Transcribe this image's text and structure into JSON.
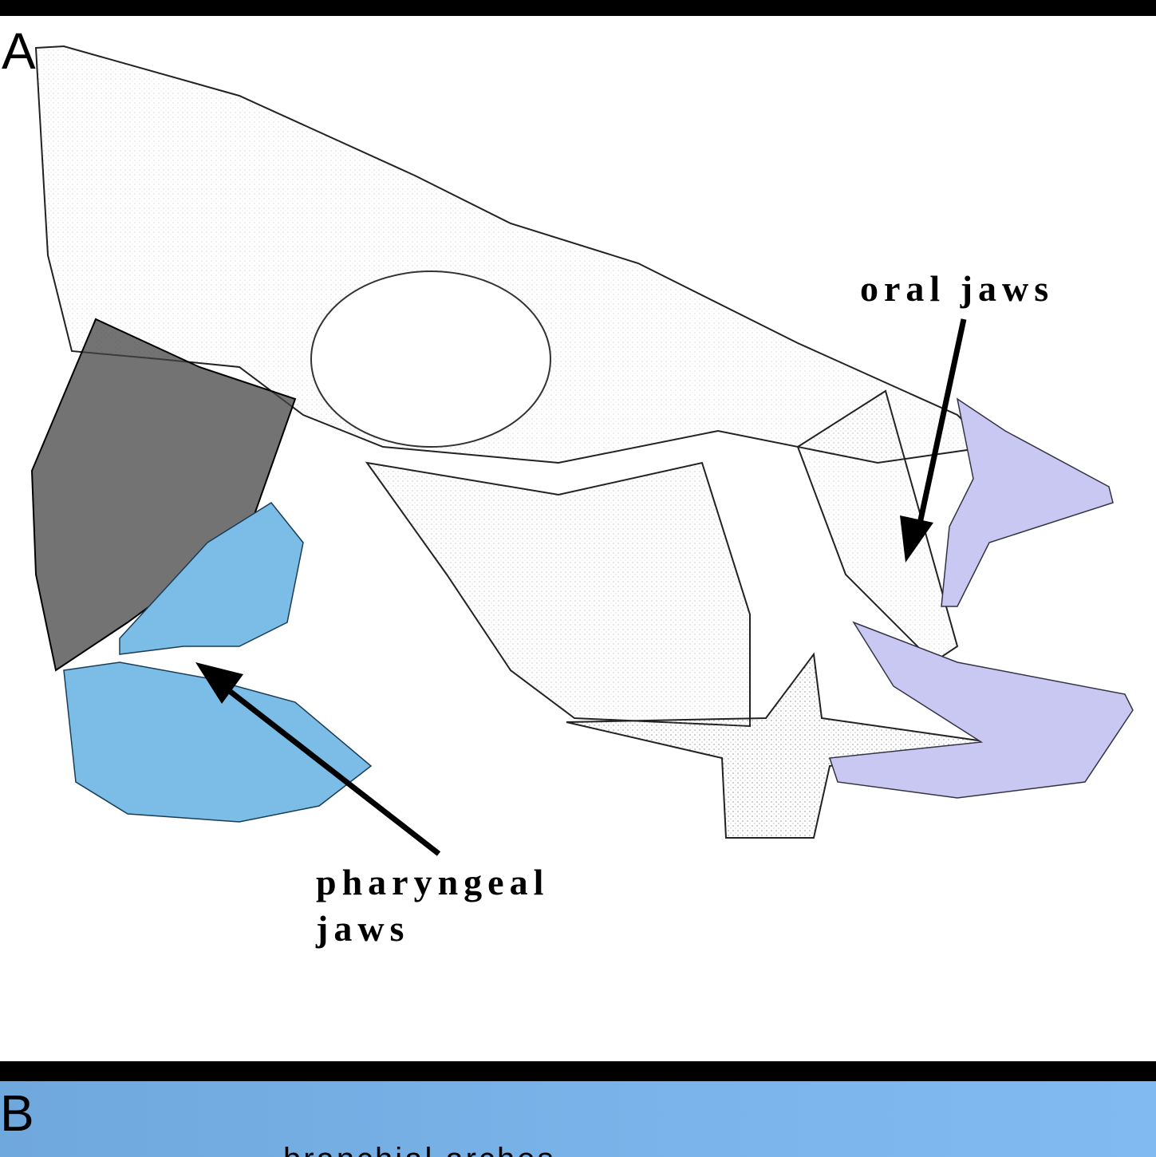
{
  "panel_a": {
    "letter": "A",
    "labels": {
      "oral_jaws": "oral jaws",
      "pharyngeal_jaws_line1": "pharyngeal",
      "pharyngeal_jaws_line2": "jaws"
    },
    "colors": {
      "pharyngeal": "#7cbde8",
      "oral": "#c9c8f2"
    }
  },
  "panel_b": {
    "letter": "B",
    "label": "branchial arches"
  }
}
